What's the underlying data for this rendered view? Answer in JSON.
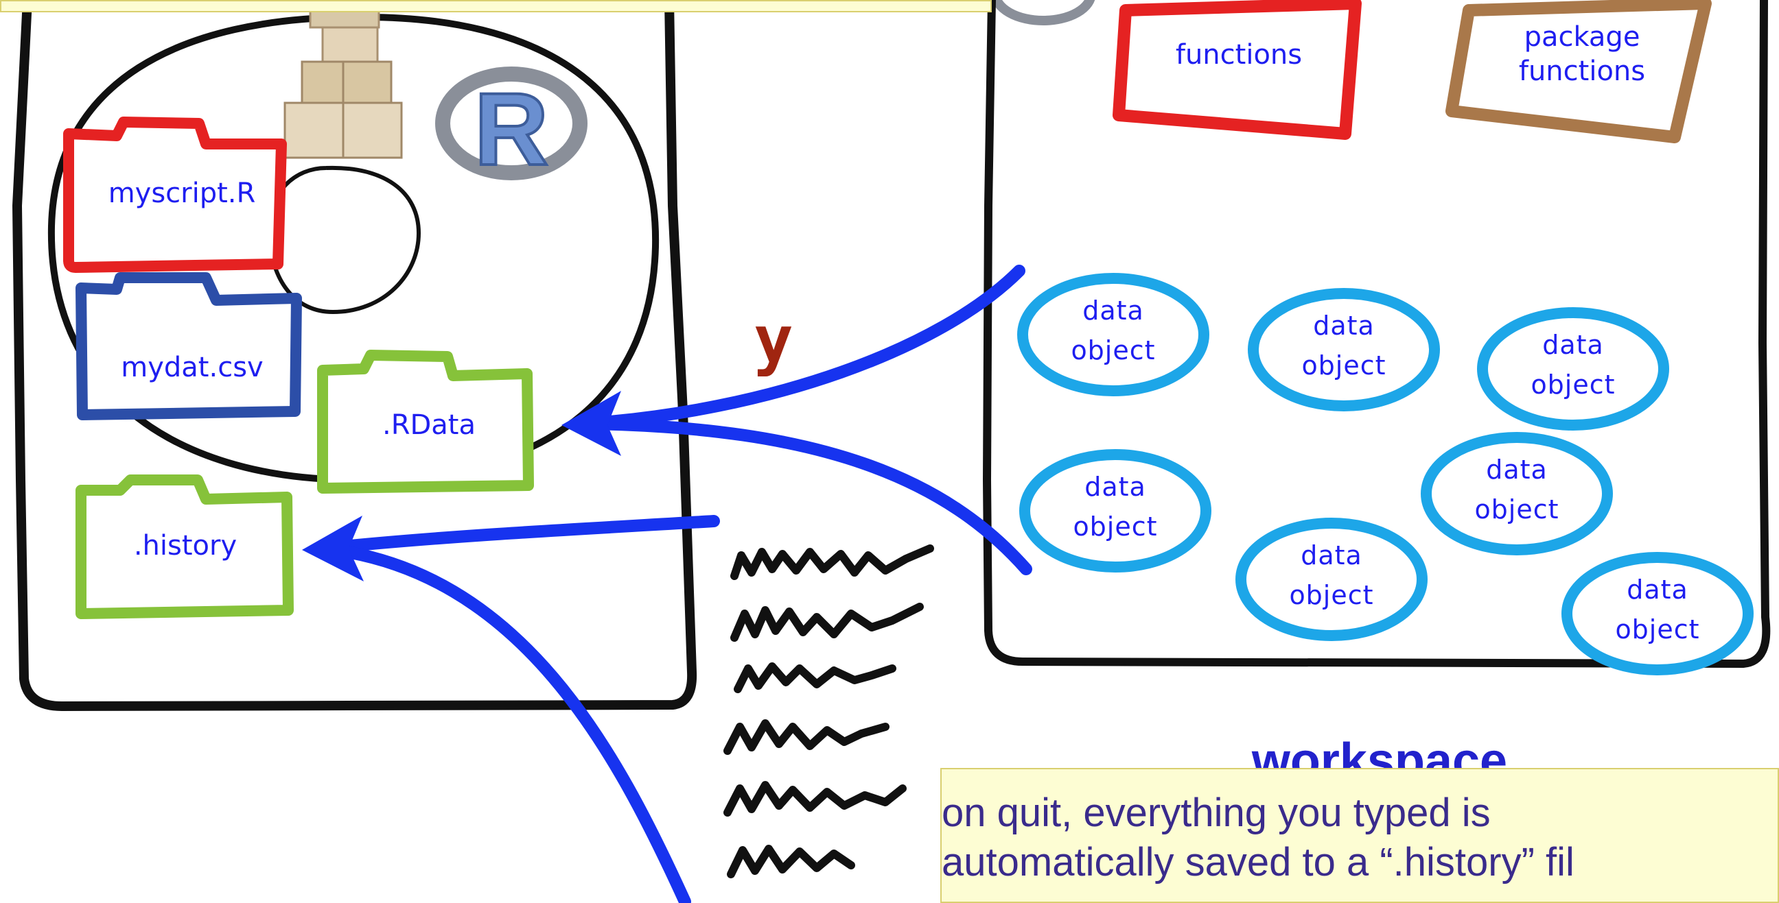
{
  "left_panel": {
    "files": {
      "myscript": "myscript.R",
      "mydat": "mydat.csv",
      "rdata": ".RData",
      "history": ".history"
    },
    "logo_text": "R"
  },
  "save_label": "y",
  "right_panel": {
    "functions": "functions",
    "package_functions": [
      "package",
      "functions"
    ],
    "data_objects": [
      [
        "data",
        "object"
      ],
      [
        "data",
        "object"
      ],
      [
        "data",
        "object"
      ],
      [
        "data",
        "object"
      ],
      [
        "data",
        "object"
      ],
      [
        "data",
        "object"
      ],
      [
        "data",
        "object"
      ]
    ],
    "title": "workspace"
  },
  "note": {
    "lines": [
      "on quit, everything you typed is",
      "automatically saved to a “.history” fil"
    ]
  },
  "colors": {
    "red": "#e52222",
    "blue": "#2c4ea8",
    "green": "#86c23a",
    "brown": "#a9784a",
    "cyan": "#1da6e8",
    "arrow": "#1733ef",
    "label": "#1e1ef0",
    "note_bg": "#fdfdd3",
    "y_label": "#a02510"
  },
  "icons": [
    "package-boxes-icon",
    "r-logo-icon",
    "squiggle-history-icon"
  ]
}
